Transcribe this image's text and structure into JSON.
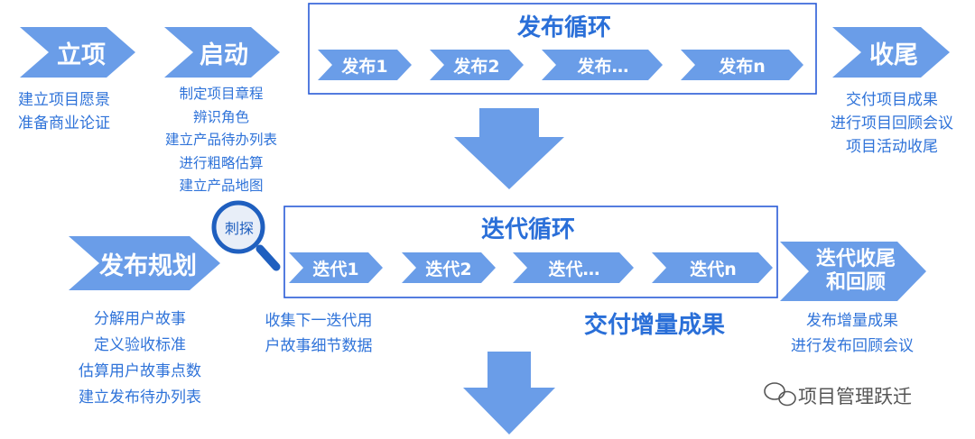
{
  "colors": {
    "chevron": "#6a9de8",
    "text": "#2f73d9",
    "box_border": "#2a5bd7",
    "lens": "#1f5fbf"
  },
  "top": {
    "start": {
      "label": "立项",
      "items": [
        "建立项目愿景",
        "准备商业论证"
      ]
    },
    "launch": {
      "label": "启动",
      "items": [
        "制定项目章程",
        "辨识角色",
        "建立产品待办列表",
        "进行粗略估算",
        "建立产品地图"
      ]
    },
    "release_cycle": {
      "title": "发布循环",
      "steps": [
        "发布1",
        "发布2",
        "发布…",
        "发布n"
      ]
    },
    "closing": {
      "label": "收尾",
      "items": [
        "交付项目成果",
        "进行项目回顾会议",
        "项目活动收尾"
      ]
    }
  },
  "bottom": {
    "planning": {
      "label": "发布规划",
      "items": [
        "分解用户故事",
        "定义验收标准",
        "估算用户故事点数",
        "建立发布待办列表"
      ]
    },
    "spike": {
      "label": "刺探",
      "icon": "magnifier-icon",
      "note_lines": [
        "收集下一迭代用",
        "户故事细节数据"
      ]
    },
    "iteration_cycle": {
      "title": "迭代循环",
      "steps": [
        "迭代1",
        "迭代2",
        "迭代…",
        "迭代n"
      ]
    },
    "deliverable": "交付增量成果",
    "iteration_close": {
      "label_lines": [
        "迭代收尾",
        "和回顾"
      ],
      "items": [
        "发布增量成果",
        "进行发布回顾会议"
      ]
    }
  },
  "watermark": {
    "icon": "wechat-icon",
    "text": "项目管理跃迁"
  }
}
